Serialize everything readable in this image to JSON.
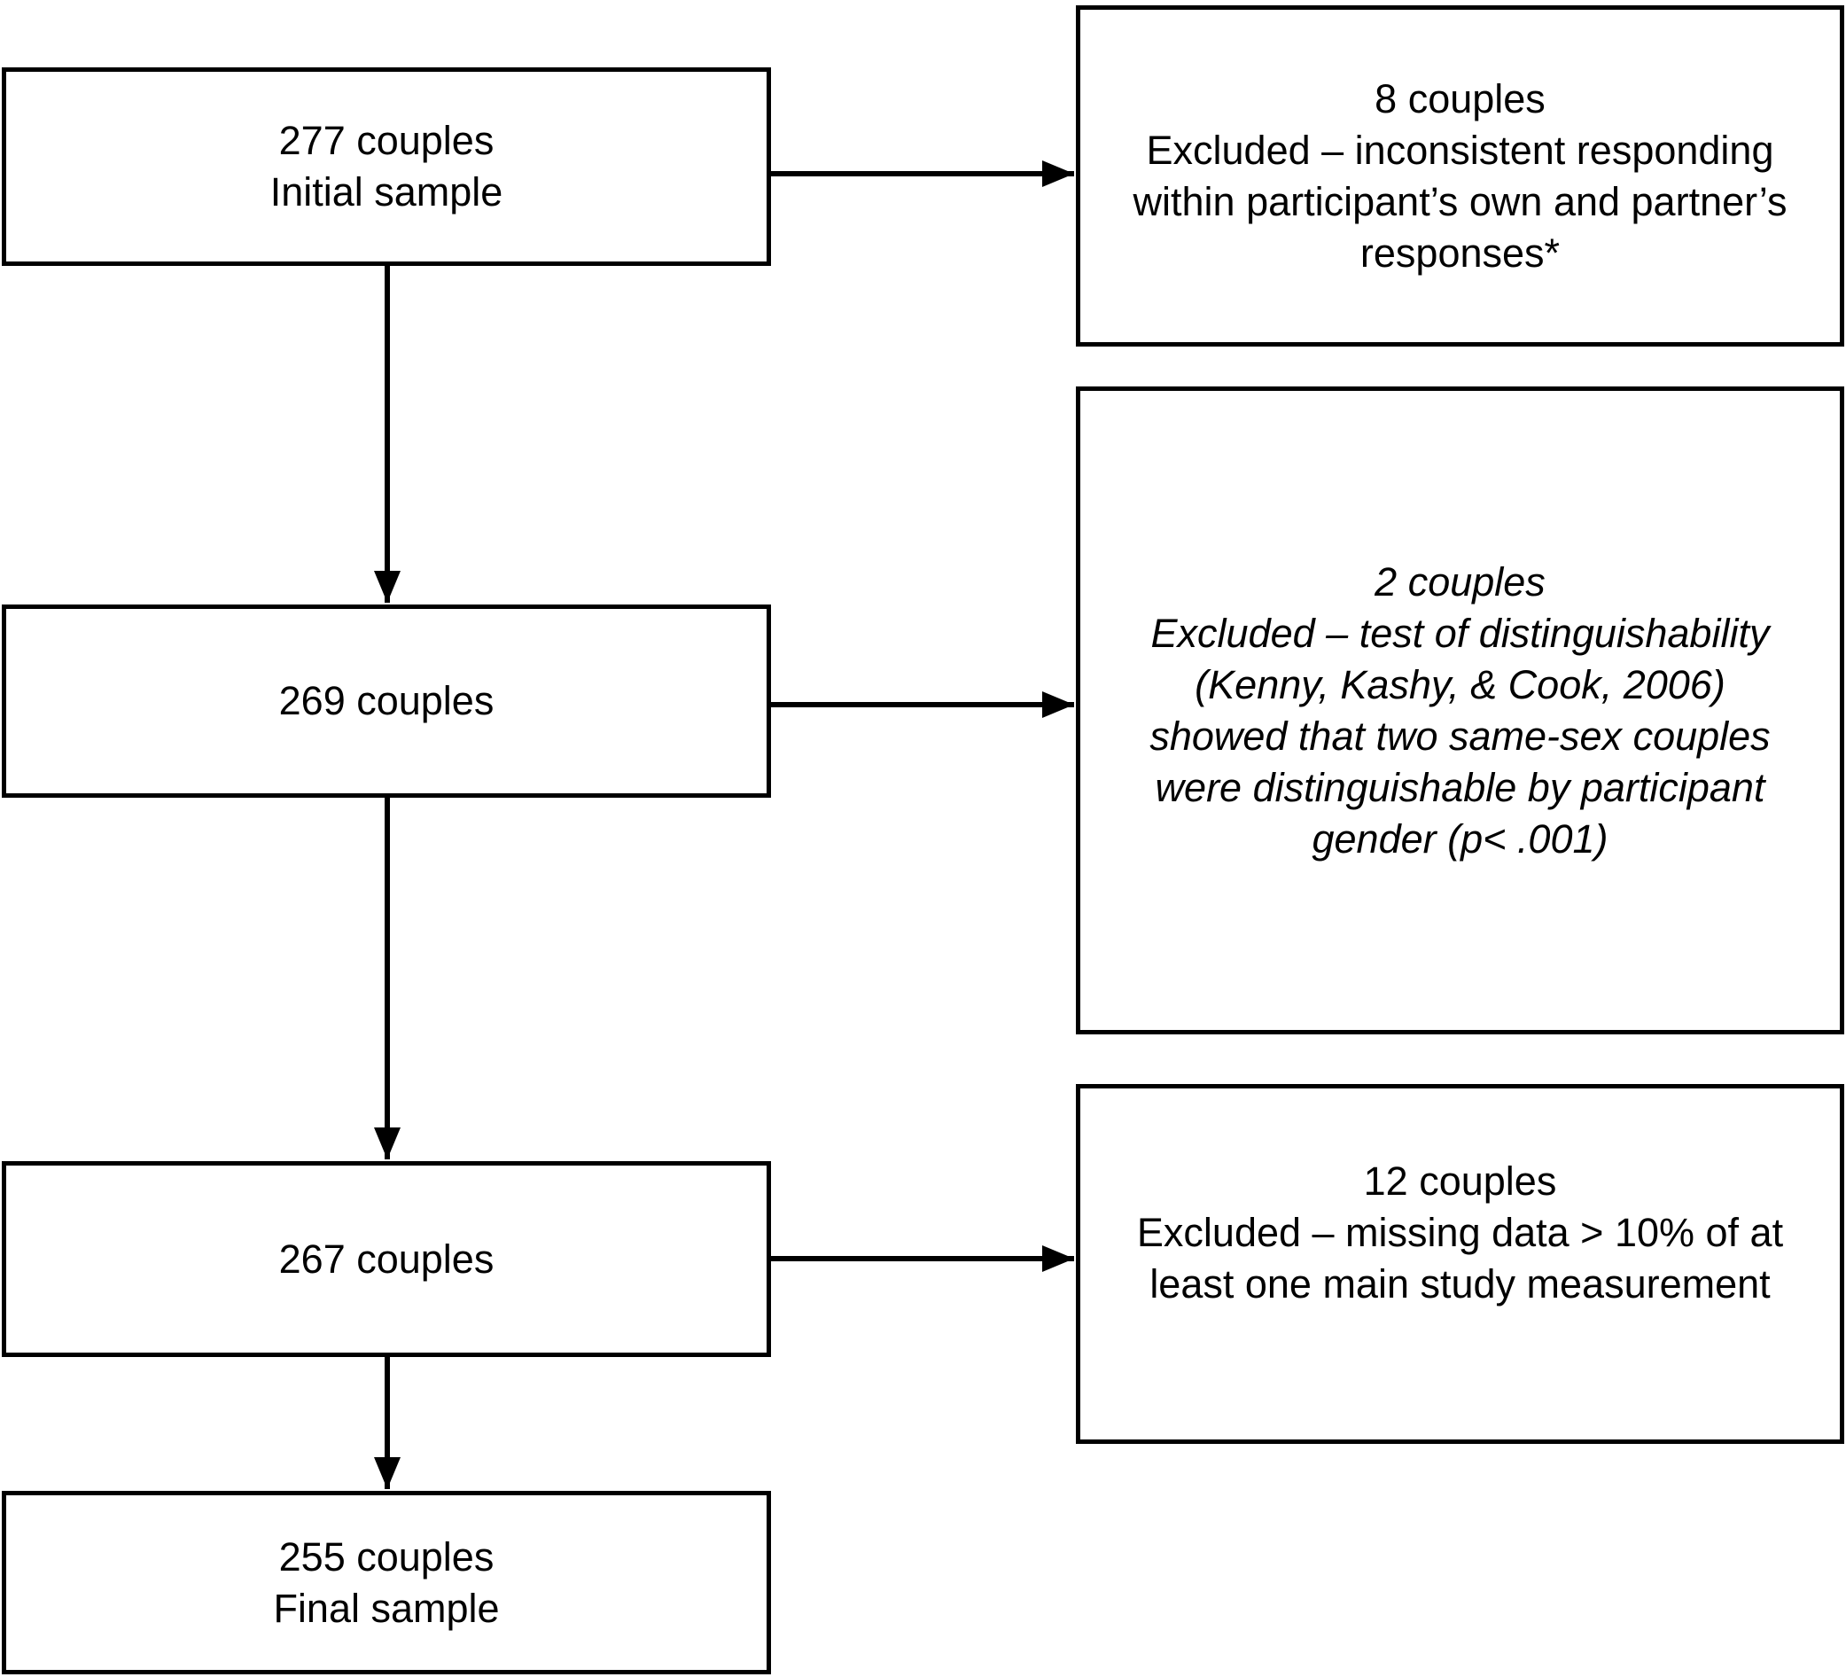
{
  "colors": {
    "line": "#000000",
    "text": "#000000",
    "background": "#ffffff"
  },
  "flow": {
    "left_boxes": [
      {
        "lines": [
          "277 couples",
          "Initial sample"
        ]
      },
      {
        "lines": [
          "269 couples"
        ]
      },
      {
        "lines": [
          "267 couples"
        ]
      },
      {
        "lines": [
          "255 couples",
          "Final sample"
        ]
      }
    ],
    "right_boxes": [
      {
        "style": "normal",
        "lines": [
          "8 couples",
          "Excluded – inconsistent responding",
          "within participant’s own and partner’s",
          "responses*"
        ]
      },
      {
        "style": "italic",
        "lines": [
          "2 couples",
          "Excluded – test of distinguishability",
          "(Kenny, Kashy, & Cook, 2006)",
          "showed that two same-sex couples",
          "were distinguishable by participant",
          "gender (p< .001)"
        ]
      },
      {
        "style": "normal",
        "lines": [
          "12 couples",
          "Excluded – missing data > 10% of at",
          "least one main study measurement"
        ]
      }
    ]
  }
}
